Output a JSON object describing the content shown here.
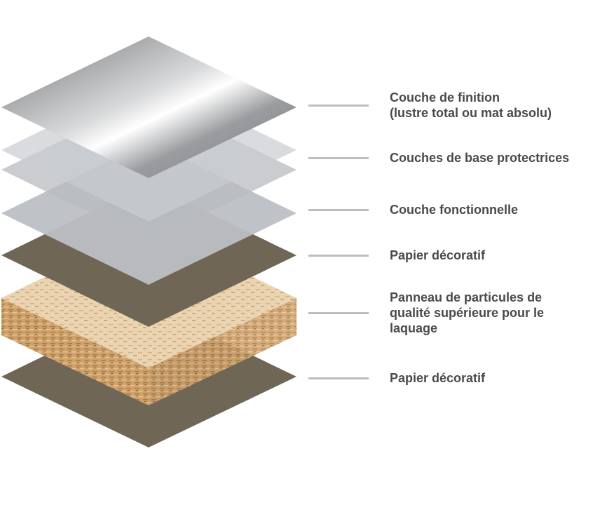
{
  "layers": [
    {
      "label": "Couche de finition\n(lustre total ou mat absolu)"
    },
    {
      "label": "Couches de base protectrices"
    },
    {
      "label": "Couche fonctionnelle"
    },
    {
      "label": "Papier décoratif"
    },
    {
      "label": "Panneau de particules de\nqualité supérieure pour le\nlaquage"
    },
    {
      "label": "Papier décoratif"
    }
  ],
  "colors": {
    "finish_light": "#f4f4f4",
    "finish_dark": "#7d7f82",
    "base_coat": "#c7cacd",
    "functional": "#b7babe",
    "decor_paper": "#6f6656",
    "board_top": "#ecd6b4",
    "board_side": "#c79a64",
    "connector": "#bdbdbd",
    "text": "#4a4a4a"
  }
}
